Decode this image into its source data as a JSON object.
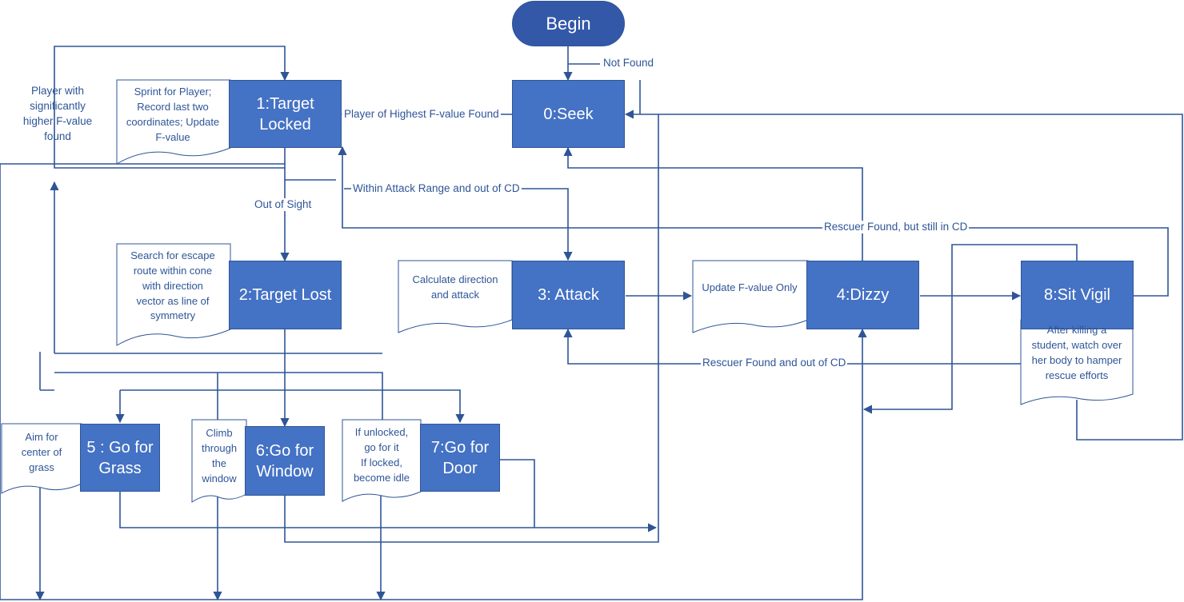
{
  "states": {
    "begin": "Begin",
    "seek": "0:Seek",
    "target_locked": "1:Target\nLocked",
    "target_lost": "2:Target Lost",
    "attack": "3: Attack",
    "dizzy": "4:Dizzy",
    "grass": "5 : Go for\nGrass",
    "window": "6:Go for\nWindow",
    "door": "7:Go for\nDoor",
    "sit_vigil": "8:Sit Vigil"
  },
  "notes": {
    "target_locked": "Sprint for Player;\nRecord last two\ncoordinates; Update\nF-value",
    "target_lost": "Search for escape\nroute within cone\nwith direction\nvector as line of\nsymmetry",
    "attack": "Calculate direction\nand attack",
    "dizzy": "Update F-value Only",
    "sit_vigil": "After killing a\nstudent, watch over\nher body to hamper\nrescue efforts",
    "grass": "Aim for\ncenter of\ngrass",
    "window": "Climb\nthrough\nthe\nwindow",
    "door": "If unlocked,\ngo for it\nIf locked,\nbecome idle"
  },
  "labels": {
    "not_found": "Not Found",
    "player_found": "Player of Highest F-value Found",
    "higher_f": "Player with\nsignificantly\nhigher F-value\nfound",
    "within_range": "Within Attack Range and out of CD",
    "out_of_sight": "Out of Sight",
    "rescuer_cd": "Rescuer Found, but still in CD",
    "rescuer_out_cd": "Rescuer Found and out of CD"
  },
  "colors": {
    "state_fill": "#4472c4",
    "begin_fill": "#3358a8",
    "line": "#2f5597"
  }
}
